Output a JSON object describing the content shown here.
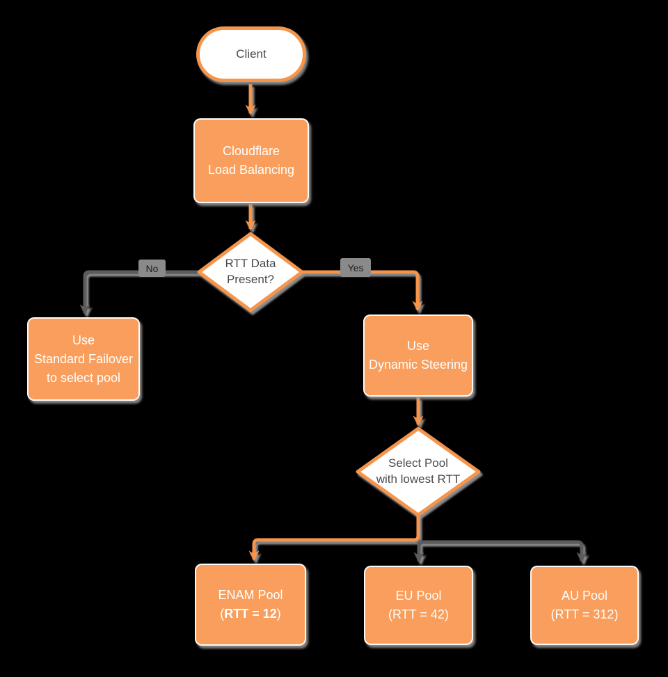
{
  "nodes": {
    "client": {
      "label": "Client"
    },
    "cloudflare": {
      "line1": "Cloudflare",
      "line2": "Load Balancing"
    },
    "rtt_decision": {
      "line1": "RTT Data",
      "line2": "Present?"
    },
    "standard_failover": {
      "line1": "Use",
      "line2": "Standard Failover",
      "line3": "to select pool"
    },
    "dynamic_steering": {
      "line1": "Use",
      "line2": "Dynamic Steering"
    },
    "select_pool": {
      "line1": "Select Pool",
      "line2": "with lowest RTT"
    },
    "enam_pool": {
      "line1": "ENAM Pool",
      "line2_prefix": "(",
      "line2_bold": "RTT = 12",
      "line2_suffix": ")"
    },
    "eu_pool": {
      "line1": "EU Pool",
      "line2": "(RTT = 42)"
    },
    "au_pool": {
      "line1": "AU Pool",
      "line2": "(RTT = 312)"
    }
  },
  "edge_labels": {
    "no": "No",
    "yes": "Yes"
  },
  "colors": {
    "background": "#000000",
    "node_fill": "#F99E5C",
    "node_stroke": "#F5954C",
    "gray_line": "#5C5C5C",
    "shadow_gray": "#9B9B9B",
    "text_on_orange": "#FFFFFF",
    "text_dark": "#4A4A4A"
  }
}
